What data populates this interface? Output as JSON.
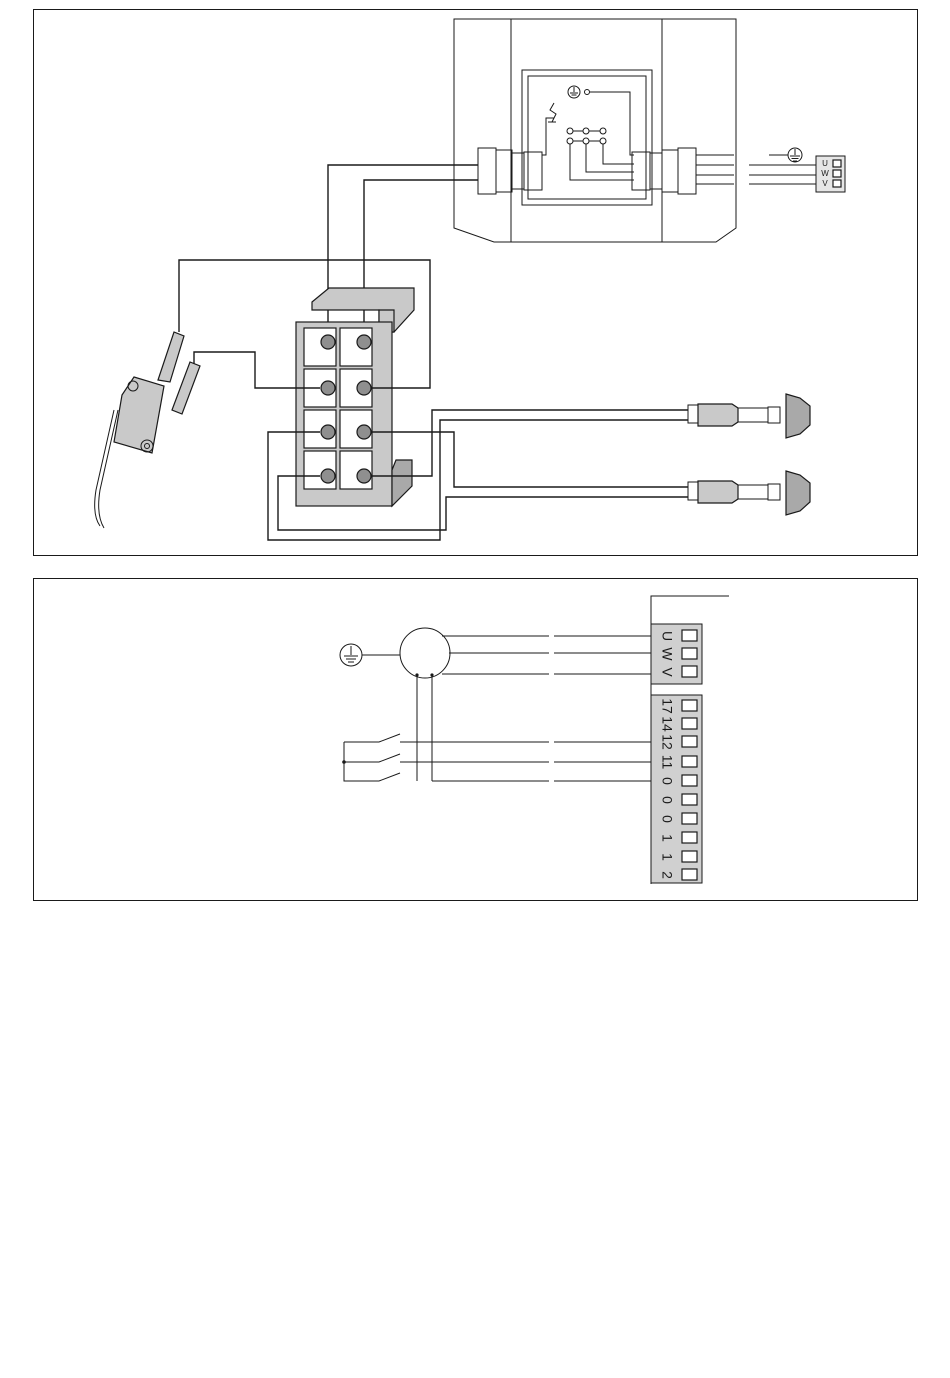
{
  "top_diagram": {
    "motor_terminal_labels": [
      "U",
      "W",
      "V"
    ],
    "earth_icon": "ground-symbol-icon"
  },
  "bottom_diagram": {
    "power_terminal_labels": [
      "U",
      "W",
      "V"
    ],
    "control_terminal_labels": [
      "17",
      "14",
      "12",
      "11",
      "0",
      "0",
      "0",
      "1",
      "1",
      "2"
    ],
    "earth_icon": "ground-symbol-icon"
  },
  "colors": {
    "line": "#1a1a1a",
    "part_fill": "#c9c9c9",
    "terminal_fill": "#8f8f8f"
  }
}
